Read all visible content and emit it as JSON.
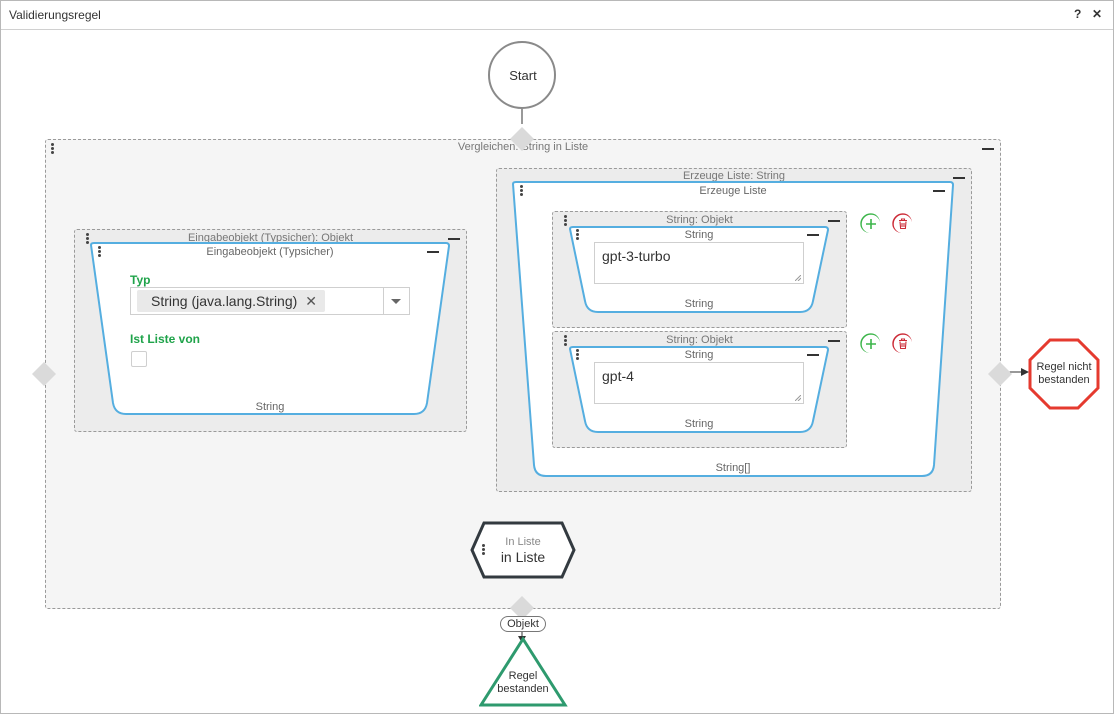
{
  "window": {
    "title": "Validierungsregel",
    "help_label": "?",
    "close_label": "✕"
  },
  "flow": {
    "start_label": "Start",
    "compare_label": "Vergleichen: String in Liste",
    "input_object": {
      "outer_label": "Eingabeobjekt (Typsicher): Objekt",
      "inner_label": "Eingabeobjekt (Typsicher)",
      "typ_label": "Typ",
      "typ_value": "String (java.lang.String)",
      "typ_remove": "✕",
      "is_list_label": "Ist Liste von",
      "output_label": "String"
    },
    "create_list": {
      "outer_label": "Erzeuge Liste: String",
      "inner_label": "Erzeuge Liste",
      "output_label": "String[]",
      "items": [
        {
          "outer_label": "String: Objekt",
          "inner_label": "String",
          "value": "gpt-3-turbo",
          "output_label": "String"
        },
        {
          "outer_label": "String: Objekt",
          "inner_label": "String",
          "value": "gpt-4",
          "output_label": "String"
        }
      ]
    },
    "in_list": {
      "subtitle": "In Liste",
      "title": "in Liste"
    },
    "object_badge": "Objekt",
    "fail_label_1": "Regel nicht",
    "fail_label_2": "bestanden",
    "pass_label_1": "Regel",
    "pass_label_2": "bestanden"
  },
  "colors": {
    "node_border": "#55aee0",
    "label_green": "#1fa34a",
    "add_green": "#3cb54a",
    "delete_red": "#cc2a36",
    "fail_red": "#e53a2f",
    "pass_green": "#2e9a6e",
    "in_list_border": "#333a40"
  }
}
